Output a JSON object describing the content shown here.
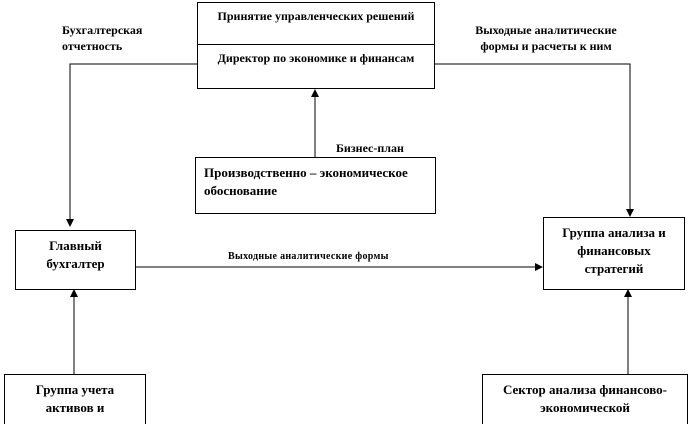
{
  "boxes": {
    "top_upper": "Принятие управленческих решений",
    "top_lower": "Директор по экономике и финансам",
    "production": "Производственно – экономическое обоснование",
    "chief_accountant": "Главный бухгалтер",
    "analysis_group": "Группа анализа и финансовых стратегий",
    "accounting_group": "Группа учета активов и",
    "sector_analysis": "Сектор анализа финансово-экономической"
  },
  "labels": {
    "accounting_reports": "Бухгалтерская отчетность",
    "output_forms_calc": "Выходные аналитические формы и расчеты к ним",
    "business_plan": "Бизнес-план",
    "output_forms": "Выходные аналитические формы"
  }
}
